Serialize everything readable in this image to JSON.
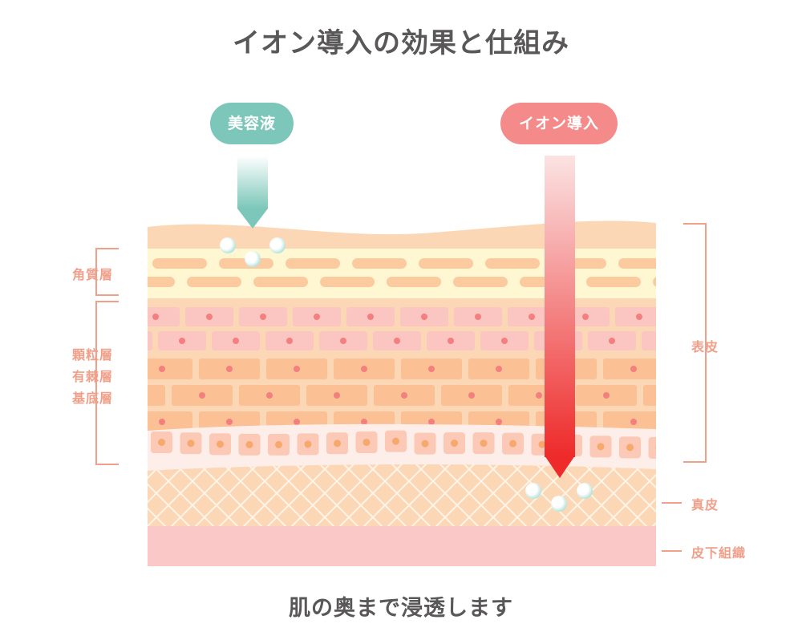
{
  "title": "イオン導入の効果と仕組み",
  "caption": "肌の奥まで浸透します",
  "pills": {
    "serum": "美容液",
    "iontophoresis": "イオン導入"
  },
  "layers_left": {
    "stratum_corneum": "角質層",
    "granular": "顆粒層",
    "spinous": "有棘層",
    "basal": "基底層"
  },
  "layers_right": {
    "epidermis": "表皮",
    "dermis": "真皮",
    "subcutaneous": "皮下組織"
  },
  "colors": {
    "serum": "#7cc7b9",
    "ion": "#f48a8a",
    "arrow_bottom": "#ee2a2a",
    "label": "#f0a08a",
    "title": "#595757"
  }
}
